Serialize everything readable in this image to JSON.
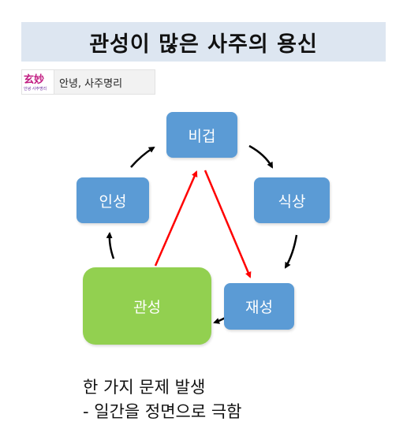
{
  "title": "관성이 많은 사주의 용신",
  "brand": {
    "logo_text": "玄妙",
    "logo_sub": "안녕 사주명리",
    "name": "안녕, 사주명리"
  },
  "nodes": {
    "bigeop": "비겁",
    "siksang": "식상",
    "jaeseong": "재성",
    "gwanseong": "관성",
    "inseong": "인성"
  },
  "colors": {
    "node_blue": "#5b9bd5",
    "node_green": "#92d050",
    "cycle_arrow": "#000000",
    "clash_arrow": "#ff0000",
    "title_bg": "#dde6f1"
  },
  "note": {
    "line1": "한 가지 문제 발생",
    "line2": "- 일간을 정면으로 극함"
  }
}
